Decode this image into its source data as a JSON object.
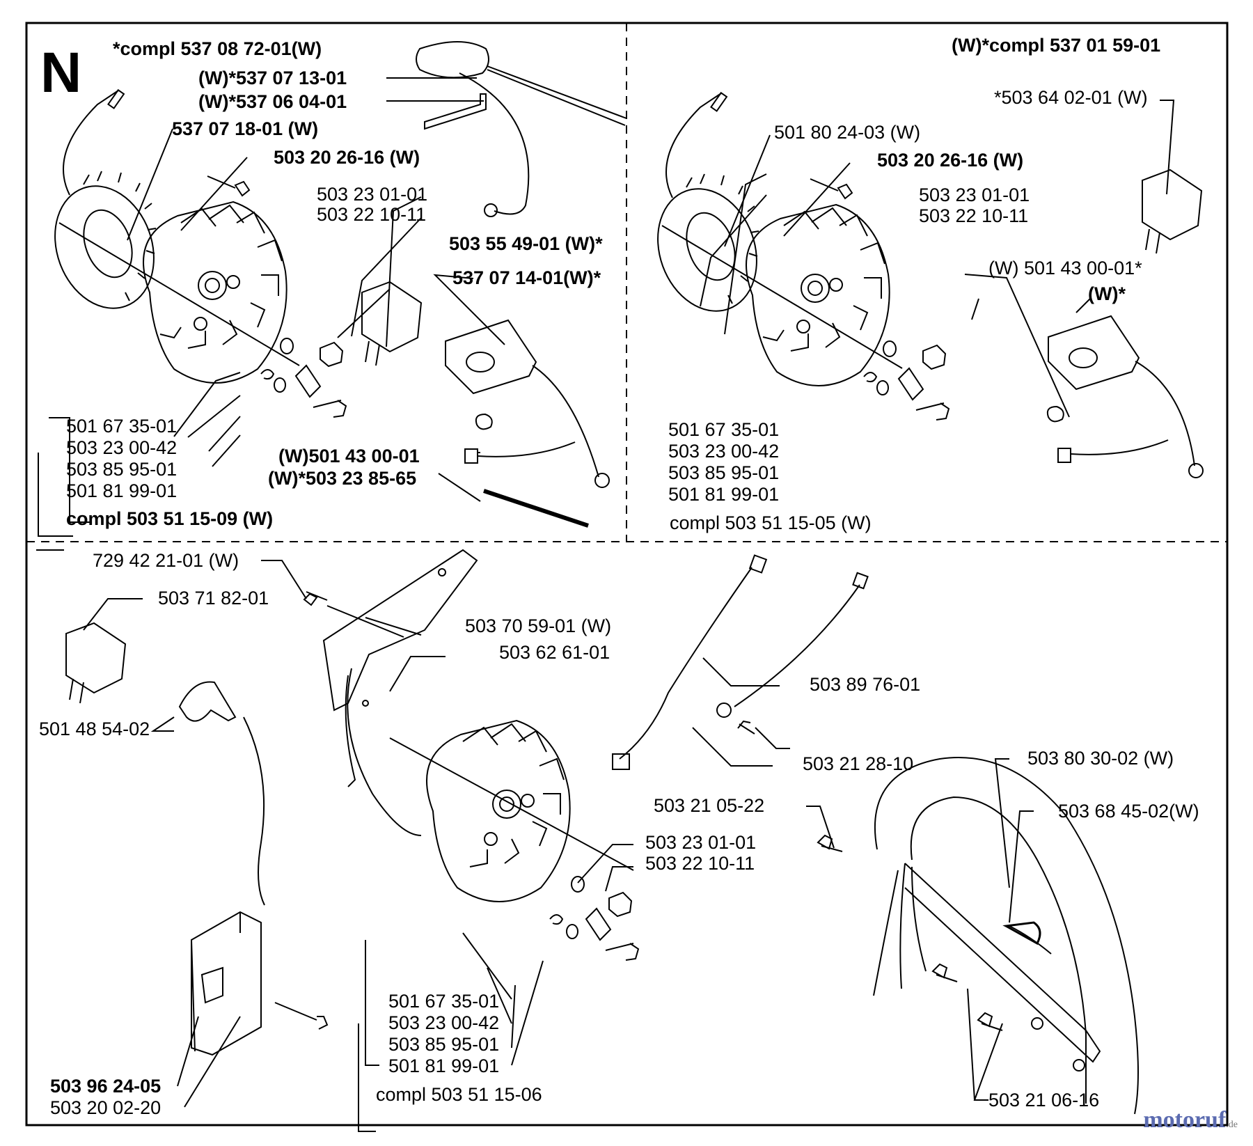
{
  "section_letter": "N",
  "watermark": {
    "brand": "motoruf",
    "tld": ".de"
  },
  "labels": {
    "tl_1": "*compl 537 08 72-01(W)",
    "tl_2": "(W)*537 07 13-01",
    "tl_3": "(W)*537 06 04-01",
    "tl_4": "537 07 18-01 (W)",
    "tl_5": "503 20 26-16 (W)",
    "tl_6": "503 23 01-01",
    "tl_7": "503 22 10-11",
    "tl_8": "503 55 49-01 (W)*",
    "tl_9": "537 07 14-01(W)*",
    "tl_10": "501 67 35-01",
    "tl_11": "503 23 00-42",
    "tl_12": "503 85 95-01",
    "tl_13": "501 81 99-01",
    "tl_14": "(W)501 43 00-01",
    "tl_15": "(W)*503 23 85-65",
    "tl_16": "compl 503 51 15-09 (W)",
    "tr_1": "(W)*compl 537 01 59-01",
    "tr_2": "*503 64 02-01 (W)",
    "tr_3": "501 80 24-03 (W)",
    "tr_4": "503 20 26-16 (W)",
    "tr_5": "503 23 01-01",
    "tr_6": "503 22 10-11",
    "tr_7": "(W) 501 43 00-01*",
    "tr_8": "(W)*",
    "tr_9": "501 67 35-01",
    "tr_10": "503 23 00-42",
    "tr_11": "503 85 95-01",
    "tr_12": "501 81 99-01",
    "tr_13": "compl 503 51 15-05 (W)",
    "b_1": "729 42 21-01 (W)",
    "b_2": "503 71 82-01",
    "b_3": "501 48 54-02",
    "b_4": "503 70 59-01 (W)",
    "b_5": "503 62 61-01",
    "b_6": "503 89 76-01",
    "b_7": "503 21 28-10",
    "b_8": "503 80 30-02 (W)",
    "b_9": "503 68 45-02(W)",
    "b_10": "503 21 05-22",
    "b_11": "503 23 01-01",
    "b_12": "503 22 10-11",
    "b_13": "501 67 35-01",
    "b_14": "503 23 00-42",
    "b_15": "503 85 95-01",
    "b_16": "501 81 99-01",
    "b_17": "compl 503 51 15-06",
    "b_18": "503 96 24-05",
    "b_19": "503 20 02-20",
    "b_20": "503 21 06-16"
  }
}
